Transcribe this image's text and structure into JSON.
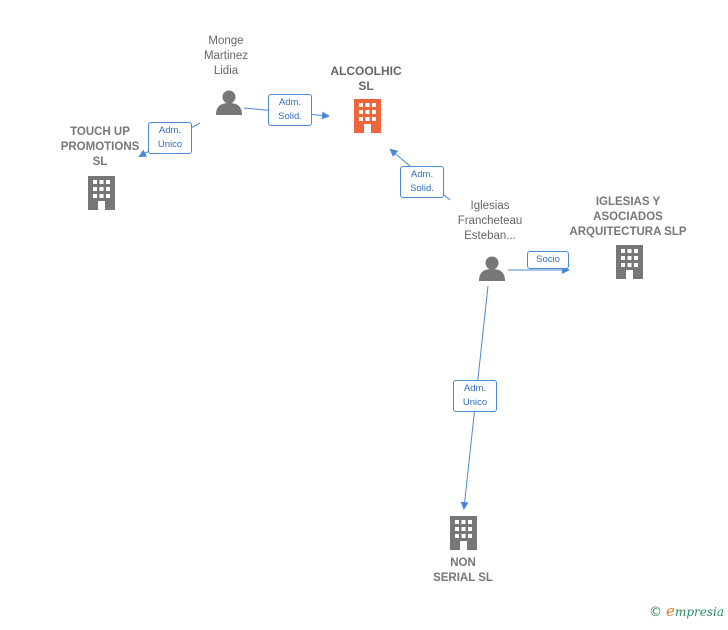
{
  "nodes": {
    "monge": {
      "label": "Monge\nMartinez\nLidia",
      "kind": "person"
    },
    "alcoolhic": {
      "label": "ALCOOLHIC\nSL",
      "kind": "company-focus"
    },
    "touchup": {
      "label": "TOUCH UP\nPROMOTIONS\nSL",
      "kind": "company"
    },
    "iglesias": {
      "label": "Iglesias\nFrancheteau\nEsteban...",
      "kind": "person"
    },
    "asociados": {
      "label": "IGLESIAS Y\nASOCIADOS\nARQUITECTURA SLP",
      "kind": "company"
    },
    "nonserial": {
      "label": "NON\nSERIAL  SL",
      "kind": "company"
    }
  },
  "edges": {
    "monge_alcoolhic": "Adm.\nSolid.",
    "monge_touchup": "Adm.\nUnico",
    "iglesias_alcoolhic": "Adm.\nSolid.",
    "iglesias_asociados": "Socio",
    "iglesias_nonserial": "Adm.\nUnico"
  },
  "colors": {
    "edge": "#4a88d8",
    "node_icon": "#777777",
    "focus_icon": "#f0643c"
  },
  "brand": {
    "copyright": "©",
    "initial": "e",
    "rest": "mpresia"
  }
}
